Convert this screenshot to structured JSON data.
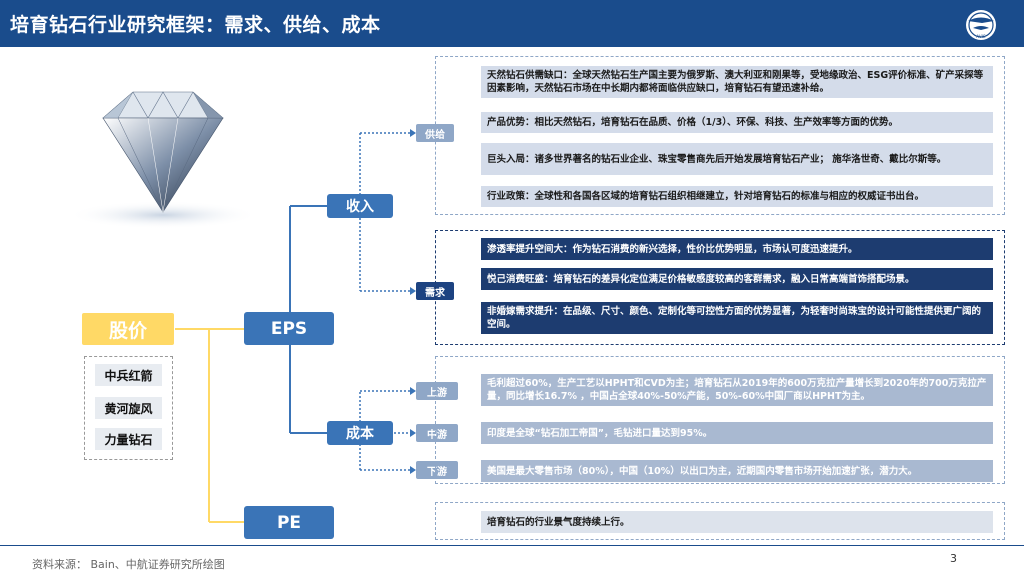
{
  "title": "培育钻石行业研究框架：需求、供给、成本",
  "footer": {
    "source": "资料来源： Bain、中航证券研究所绘图",
    "page": "3"
  },
  "nodes": {
    "stock_price": "股价",
    "eps": "EPS",
    "pe": "PE",
    "revenue": "收入",
    "cost": "成本",
    "supply": "供给",
    "demand": "需求",
    "upstream": "上游",
    "midstream": "中游",
    "downstream": "下游"
  },
  "stocks": [
    "中兵红箭",
    "黄河旋风",
    "力量钻石"
  ],
  "supply_items": [
    "天然钻石供需缺口：全球天然钻石生产国主要为俄罗斯、澳大利亚和刚果等，受地缘政治、ESG评价标准、矿产采探等因素影响，天然钻石市场在中长期内都将面临供应缺口，培育钻石有望迅速补给。",
    "产品优势：相比天然钻石，培育钻石在品质、价格（1/3）、环保、科技、生产效率等方面的优势。",
    "巨头入局：诸多世界著名的钻石业企业、珠宝零售商先后开始发展培育钻石产业； 施华洛世奇、戴比尔斯等。",
    "行业政策：全球性和各国各区域的培育钻石组织相继建立，针对培育钻石的标准与相应的权威证书出台。"
  ],
  "demand_items": [
    "渗透率提升空间大：作为钻石消费的新兴选择，性价比优势明显，市场认可度迅速提升。",
    "悦己消费旺盛：培育钻石的差异化定位满足价格敏感度较高的客群需求，融入日常高端首饰搭配场景。",
    "非婚嫁需求提升：在品级、尺寸、颜色、定制化等可控性方面的优势显著，为轻奢时尚珠宝的设计可能性提供更广阔的空间。"
  ],
  "cost_items": {
    "upstream": "毛利超过60%，生产工艺以HPHT和CVD为主；培育钻石从2019年的600万克拉产量增长到2020年的700万克拉产量，同比增长16.7% ，中国占全球40%-50%产能，50%-60%中国厂商以HPHT为主。",
    "midstream": "印度是全球“钻石加工帝国”，毛钻进口量达到95%。",
    "downstream": "美国是最大零售市场（80%），中国（10%）以出口为主，近期国内零售市场开始加速扩张，潜力大。"
  },
  "pe_item": "培育钻石的行业景气度持续上行。",
  "colors": {
    "brand_blue": "#1a4c8c",
    "node_blue": "#3a74b7",
    "gold": "#ffd966",
    "dark_navy": "#1d3c70"
  }
}
